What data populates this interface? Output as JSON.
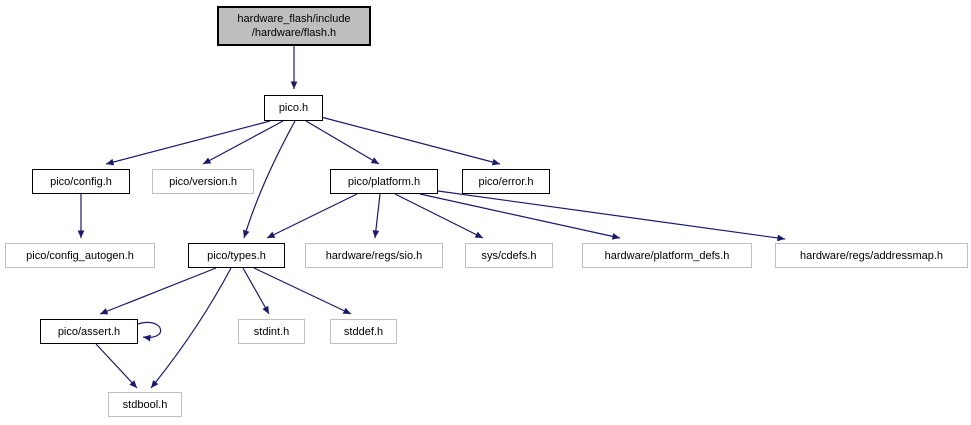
{
  "graph": {
    "type": "include-dependency-graph",
    "colors": {
      "edge": "#191970",
      "root_fill": "#bebebe",
      "node_fill": "#ffffff",
      "linked_border": "#000000",
      "plain_border": "#bfbfbf"
    },
    "root": {
      "label_line1": "hardware_flash/include",
      "label_line2": "/hardware/flash.h"
    },
    "nodes": [
      {
        "label": "pico.h",
        "linked": true
      },
      {
        "label": "pico/config.h",
        "linked": true
      },
      {
        "label": "pico/version.h",
        "linked": false
      },
      {
        "label": "pico/platform.h",
        "linked": true
      },
      {
        "label": "pico/error.h",
        "linked": true
      },
      {
        "label": "pico/config_autogen.h",
        "linked": false
      },
      {
        "label": "pico/types.h",
        "linked": true
      },
      {
        "label": "hardware/regs/sio.h",
        "linked": false
      },
      {
        "label": "sys/cdefs.h",
        "linked": false
      },
      {
        "label": "hardware/platform_defs.h",
        "linked": false
      },
      {
        "label": "hardware/regs/addressmap.h",
        "linked": false
      },
      {
        "label": "pico/assert.h",
        "linked": true
      },
      {
        "label": "stdint.h",
        "linked": false
      },
      {
        "label": "stddef.h",
        "linked": false
      },
      {
        "label": "stdbool.h",
        "linked": false
      }
    ],
    "edges": [
      {
        "from": "hardware_flash/include/hardware/flash.h",
        "to": "pico.h"
      },
      {
        "from": "pico.h",
        "to": "pico/config.h"
      },
      {
        "from": "pico.h",
        "to": "pico/version.h"
      },
      {
        "from": "pico.h",
        "to": "pico/types.h"
      },
      {
        "from": "pico.h",
        "to": "pico/platform.h"
      },
      {
        "from": "pico.h",
        "to": "pico/error.h"
      },
      {
        "from": "pico/config.h",
        "to": "pico/config_autogen.h"
      },
      {
        "from": "pico/platform.h",
        "to": "pico/types.h"
      },
      {
        "from": "pico/platform.h",
        "to": "hardware/regs/sio.h"
      },
      {
        "from": "pico/platform.h",
        "to": "sys/cdefs.h"
      },
      {
        "from": "pico/platform.h",
        "to": "hardware/platform_defs.h"
      },
      {
        "from": "pico/platform.h",
        "to": "hardware/regs/addressmap.h"
      },
      {
        "from": "pico/types.h",
        "to": "pico/assert.h"
      },
      {
        "from": "pico/types.h",
        "to": "stdint.h"
      },
      {
        "from": "pico/types.h",
        "to": "stddef.h"
      },
      {
        "from": "pico/types.h",
        "to": "stdbool.h"
      },
      {
        "from": "pico/assert.h",
        "to": "stdbool.h"
      },
      {
        "from": "pico/assert.h",
        "to": "pico/assert.h"
      }
    ]
  }
}
